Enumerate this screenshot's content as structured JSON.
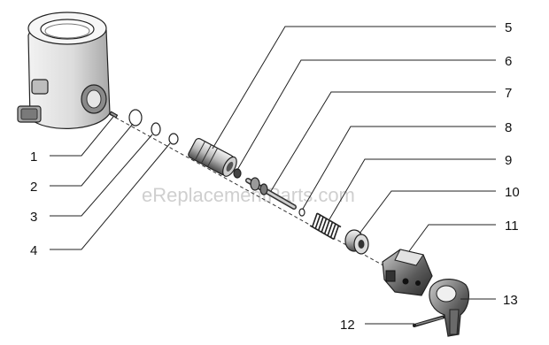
{
  "watermark": "eReplacementParts.com",
  "labels": {
    "p1": "1",
    "p2": "2",
    "p3": "3",
    "p4": "4",
    "p5": "5",
    "p6": "6",
    "p7": "7",
    "p8": "8",
    "p9": "9",
    "p10": "10",
    "p11": "11",
    "p12": "12",
    "p13": "13"
  },
  "colors": {
    "line": "#222222",
    "part_dark": "#3a3a3a",
    "part_mid": "#9a9a9a",
    "part_light": "#e4e4e4",
    "watermark": "#cfcfcf"
  }
}
